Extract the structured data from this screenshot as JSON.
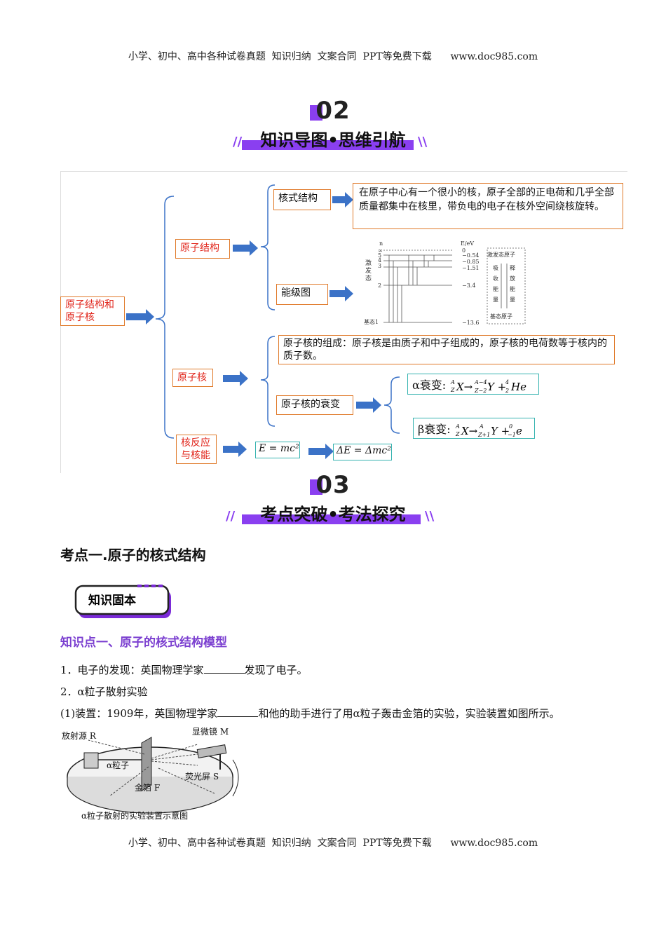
{
  "header": {
    "text": "小学、初中、高中各种试卷真题  知识归纳  文案合同  PPT等免费下载      www.doc985.com"
  },
  "footer": {
    "text": "小学、初中、高中各种试卷真题  知识归纳  文案合同  PPT等免费下载      www.doc985.com"
  },
  "section2": {
    "number": "02",
    "title": "知识导图•思维引航"
  },
  "section3": {
    "number": "03",
    "title": "考点突破•考法探究"
  },
  "mindmap": {
    "root": "原子结构和原子核",
    "atom_structure": "原子结构",
    "nuclear_model": "核式结构",
    "nuclear_model_desc": "在原子中心有一个很小的核，原子全部的正电荷和几乎全部质量都集中在核里，带负电的电子在核外空间绕核旋转。",
    "energy_level": "能级图",
    "energy_diagram": {
      "n_label": "n",
      "inf": "∞",
      "E_label": "E/eV",
      "excited_label": "激发态",
      "ground_label": "基态1",
      "levels": [
        {
          "n": "5",
          "E": "−0.54"
        },
        {
          "n": "4",
          "E": "−0.85"
        },
        {
          "n": "3",
          "E": "−1.51"
        },
        {
          "n": "2",
          "E": "−3.4"
        },
        {
          "n": "1",
          "E": "−13.6"
        }
      ],
      "zero": "0",
      "side_top": "激发态原子",
      "absorb": [
        "吸",
        "收",
        "能",
        "量"
      ],
      "release": [
        "释",
        "放",
        "能",
        "量"
      ],
      "side_bottom": "基态原子"
    },
    "nucleus": "原子核",
    "nucleus_comp": "原子核的组成：原子核是由质子和中子组成的，原子核的电荷数等于核内的质子数。",
    "decay": "原子核的衰变",
    "alpha_decay": "α衰变:",
    "beta_decay": "β衰变:",
    "reaction": "核反应与核能",
    "emc2": "E = mc²",
    "delta_emc2": "ΔE = Δmc²"
  },
  "content": {
    "point1_title": "考点一.原子的核式结构",
    "badge": "知识固本",
    "kp1_title": "知识点一、原子的核式结构模型",
    "line1_a": "1．电子的发现：英国物理学家",
    "line1_b": "发现了电子。",
    "line2": "2．α粒子散射实验",
    "line3_a": "(1)装置：1909年，英国物理学家",
    "line3_b": "和他的助手进行了用α粒子轰击金箔的实验，实验装置如图所示。",
    "figure": {
      "source": "放射源 R",
      "microscope": "显微镜 M",
      "alpha": "α粒子",
      "screen": "荧光屏 S",
      "foil": "金箔 F",
      "caption": "α粒子散射的实验装置示意图"
    }
  }
}
